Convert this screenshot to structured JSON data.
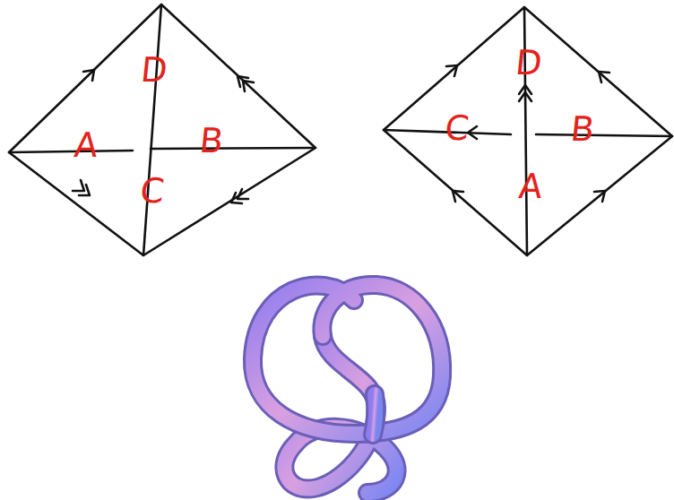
{
  "diagram": {
    "labels": [
      "D",
      "A",
      "B",
      "C",
      "D",
      "C",
      "B",
      "A"
    ]
  }
}
